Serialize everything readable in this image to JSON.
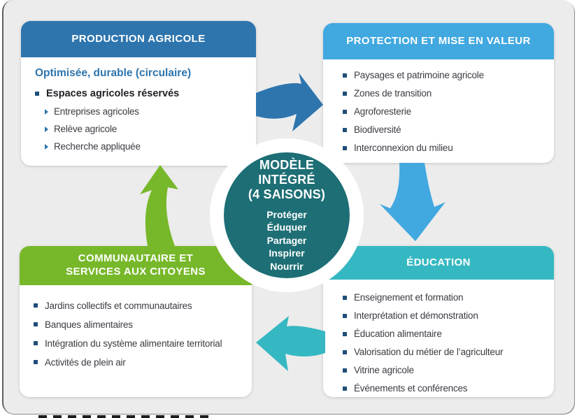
{
  "colors": {
    "panel_background": "#ececec",
    "production_blue": "#2e75ae",
    "protection_blue": "#41a8e0",
    "community_green": "#77b82a",
    "education_teal": "#35b8c1",
    "center_circle_teal": "#1d6e75",
    "bullet_navy": "#1f4e7a",
    "body_text": "#3b3b43"
  },
  "quadrants": {
    "production": {
      "title": "PRODUCTION AGRICOLE",
      "subtitle": "Optimisée, durable (circulaire)",
      "main_item": "Espaces agricoles réservés",
      "sub_items": [
        "Entreprises agricoles",
        "Relève agricole",
        "Recherche appliquée"
      ]
    },
    "protection": {
      "title": "PROTECTION ET MISE EN VALEUR",
      "items": [
        "Paysages et patrimoine agricole",
        "Zones de transition",
        "Agroforesterie",
        "Biodiversité",
        "Interconnexion du milieu"
      ]
    },
    "community": {
      "title_line1": "COMMUNAUTAIRE ET",
      "title_line2": "SERVICES AUX CITOYENS",
      "items": [
        "Jardins collectifs et communautaires",
        "Banques alimentaires",
        "Intégration du système alimentaire territorial",
        "Activités de plein air"
      ]
    },
    "education": {
      "title": "ÉDUCATION",
      "items": [
        "Enseignement et formation",
        "Interprétation et démonstration",
        "Éducation alimentaire",
        "Valorisation du métier de l’agriculteur",
        "Vitrine agricole",
        "Événements et conférences"
      ]
    }
  },
  "center": {
    "title_lines": [
      "MODÈLE",
      "INTÉGRÉ",
      "(4 SAISONS)"
    ],
    "values": [
      "Protéger",
      "Éduquer",
      "Partager",
      "Inspirer",
      "Nourrir"
    ]
  },
  "arrows": [
    {
      "name": "arrow-production-to-protection",
      "color": "#2e75ae"
    },
    {
      "name": "arrow-protection-to-education",
      "color": "#41a8e0"
    },
    {
      "name": "arrow-education-to-community",
      "color": "#35b8c1"
    },
    {
      "name": "arrow-community-to-production",
      "color": "#77b82a"
    }
  ]
}
